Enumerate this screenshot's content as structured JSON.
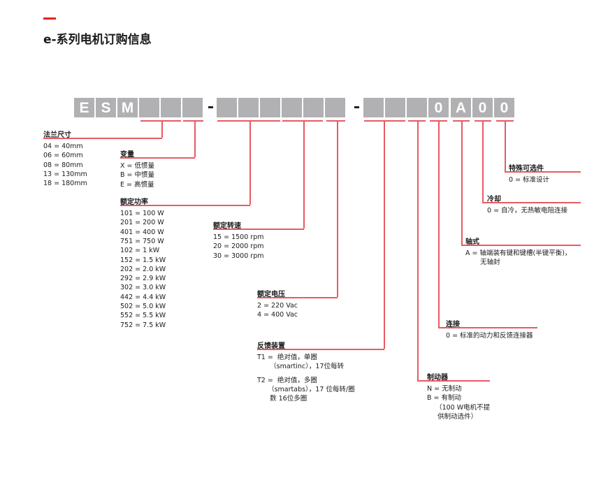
{
  "title": "e-系列电机订购信息",
  "code_boxes": [
    "E",
    "S",
    "M",
    "",
    "",
    "",
    "",
    "",
    "",
    "",
    "",
    "",
    "",
    "",
    "",
    "0",
    "A",
    "0",
    "0"
  ],
  "dash": "-",
  "sections": {
    "flange": {
      "label": "法兰尺寸",
      "items": [
        "04 = 40mm",
        "06 = 60mm",
        "08 = 80mm",
        "13 = 130mm",
        "18 = 180mm"
      ]
    },
    "variant": {
      "label": "变量",
      "items": [
        "X = 低惯量",
        "B = 中惯量",
        "E = 高惯量"
      ]
    },
    "power": {
      "label": "额定功率",
      "items": [
        "101 = 100 W",
        "201 = 200 W",
        "401 = 400 W",
        "751 = 750 W",
        "102 = 1 kW",
        "152 = 1.5 kW",
        "202 = 2.0 kW",
        "292 = 2.9 kW",
        "302 = 3.0 kW",
        "442 = 4.4 kW",
        "502 = 5.0 kW",
        "552 = 5.5 kW",
        "752 = 7.5 kW"
      ]
    },
    "speed": {
      "label": "额定转速",
      "items": [
        "15 = 1500 rpm",
        "20 = 2000 rpm",
        "30 = 3000 rpm"
      ]
    },
    "voltage": {
      "label": "额定电压",
      "items": [
        "2 = 220 Vac",
        "4 = 400 Vac"
      ]
    },
    "feedback": {
      "label": "反馈装置",
      "items": [
        "T1 =  绝对值，单圈\n      （smartinc），17位每转",
        "T2 =  绝对值，多圈\n     （smartabs），17 位每转/圈\n      数 16位多圈"
      ]
    },
    "brake": {
      "label": "制动器",
      "items": [
        "N = 无制动",
        "B = 有制动\n    （100 W电机不提\n     供制动选件）"
      ]
    },
    "connection": {
      "label": "连接",
      "items": [
        "0 = 标准的动力和反馈连接器"
      ]
    },
    "shaft": {
      "label": "轴式",
      "items": [
        "A = 轴端装有键和键槽(半键平衡)，\n       无轴封"
      ]
    },
    "cooling": {
      "label": "冷却",
      "items": [
        "0 = 自冷，无热敏电阻连接"
      ]
    },
    "special": {
      "label": "特殊可选件",
      "items": [
        "0 = 标准设计"
      ]
    }
  },
  "colors": {
    "accent": "#e2231a",
    "line": "#e85a63",
    "box": "#b1b1b3"
  }
}
